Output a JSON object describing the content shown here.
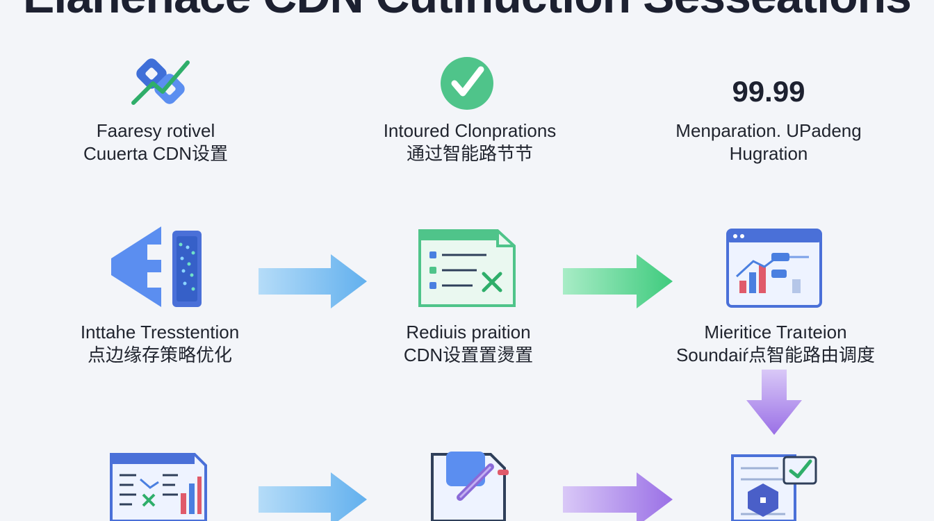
{
  "title": "Elanehace CDN Cutinuction Sesseations",
  "stat": "99.99",
  "steps": [
    {
      "icon": "link-chart-icon",
      "line1": "Faaresy rotivel",
      "line2": "Cuuerta CDN设置"
    },
    {
      "icon": "checkmark-circle-icon",
      "line1": "Intoured Clonprations",
      "line2": "通过智能路节节"
    },
    {
      "icon": "stat-number",
      "line1": "Menparation. UPadeng",
      "line2": "Hugration"
    },
    {
      "icon": "server-speaker-icon",
      "line1": "Inttahe Tresstention",
      "line2": "点边缘存策略优化"
    },
    {
      "icon": "checklist-document-icon",
      "line1": "Rediuis praition",
      "line2": "CDN设置置燙置"
    },
    {
      "icon": "analytics-window-icon",
      "line1": "Mieritice Traıteion",
      "line2": "Soundaiŕ点智能路由调度"
    },
    {
      "icon": "dashboard-report-icon"
    },
    {
      "icon": "editing-document-icon"
    },
    {
      "icon": "verified-document-icon"
    }
  ],
  "colors": {
    "arrow_blue": "#7cc0f0",
    "arrow_green": "#5fd69a",
    "arrow_purple": "#a987ea",
    "icon_blue": "#4a7fe0",
    "icon_green": "#4fc48a"
  }
}
